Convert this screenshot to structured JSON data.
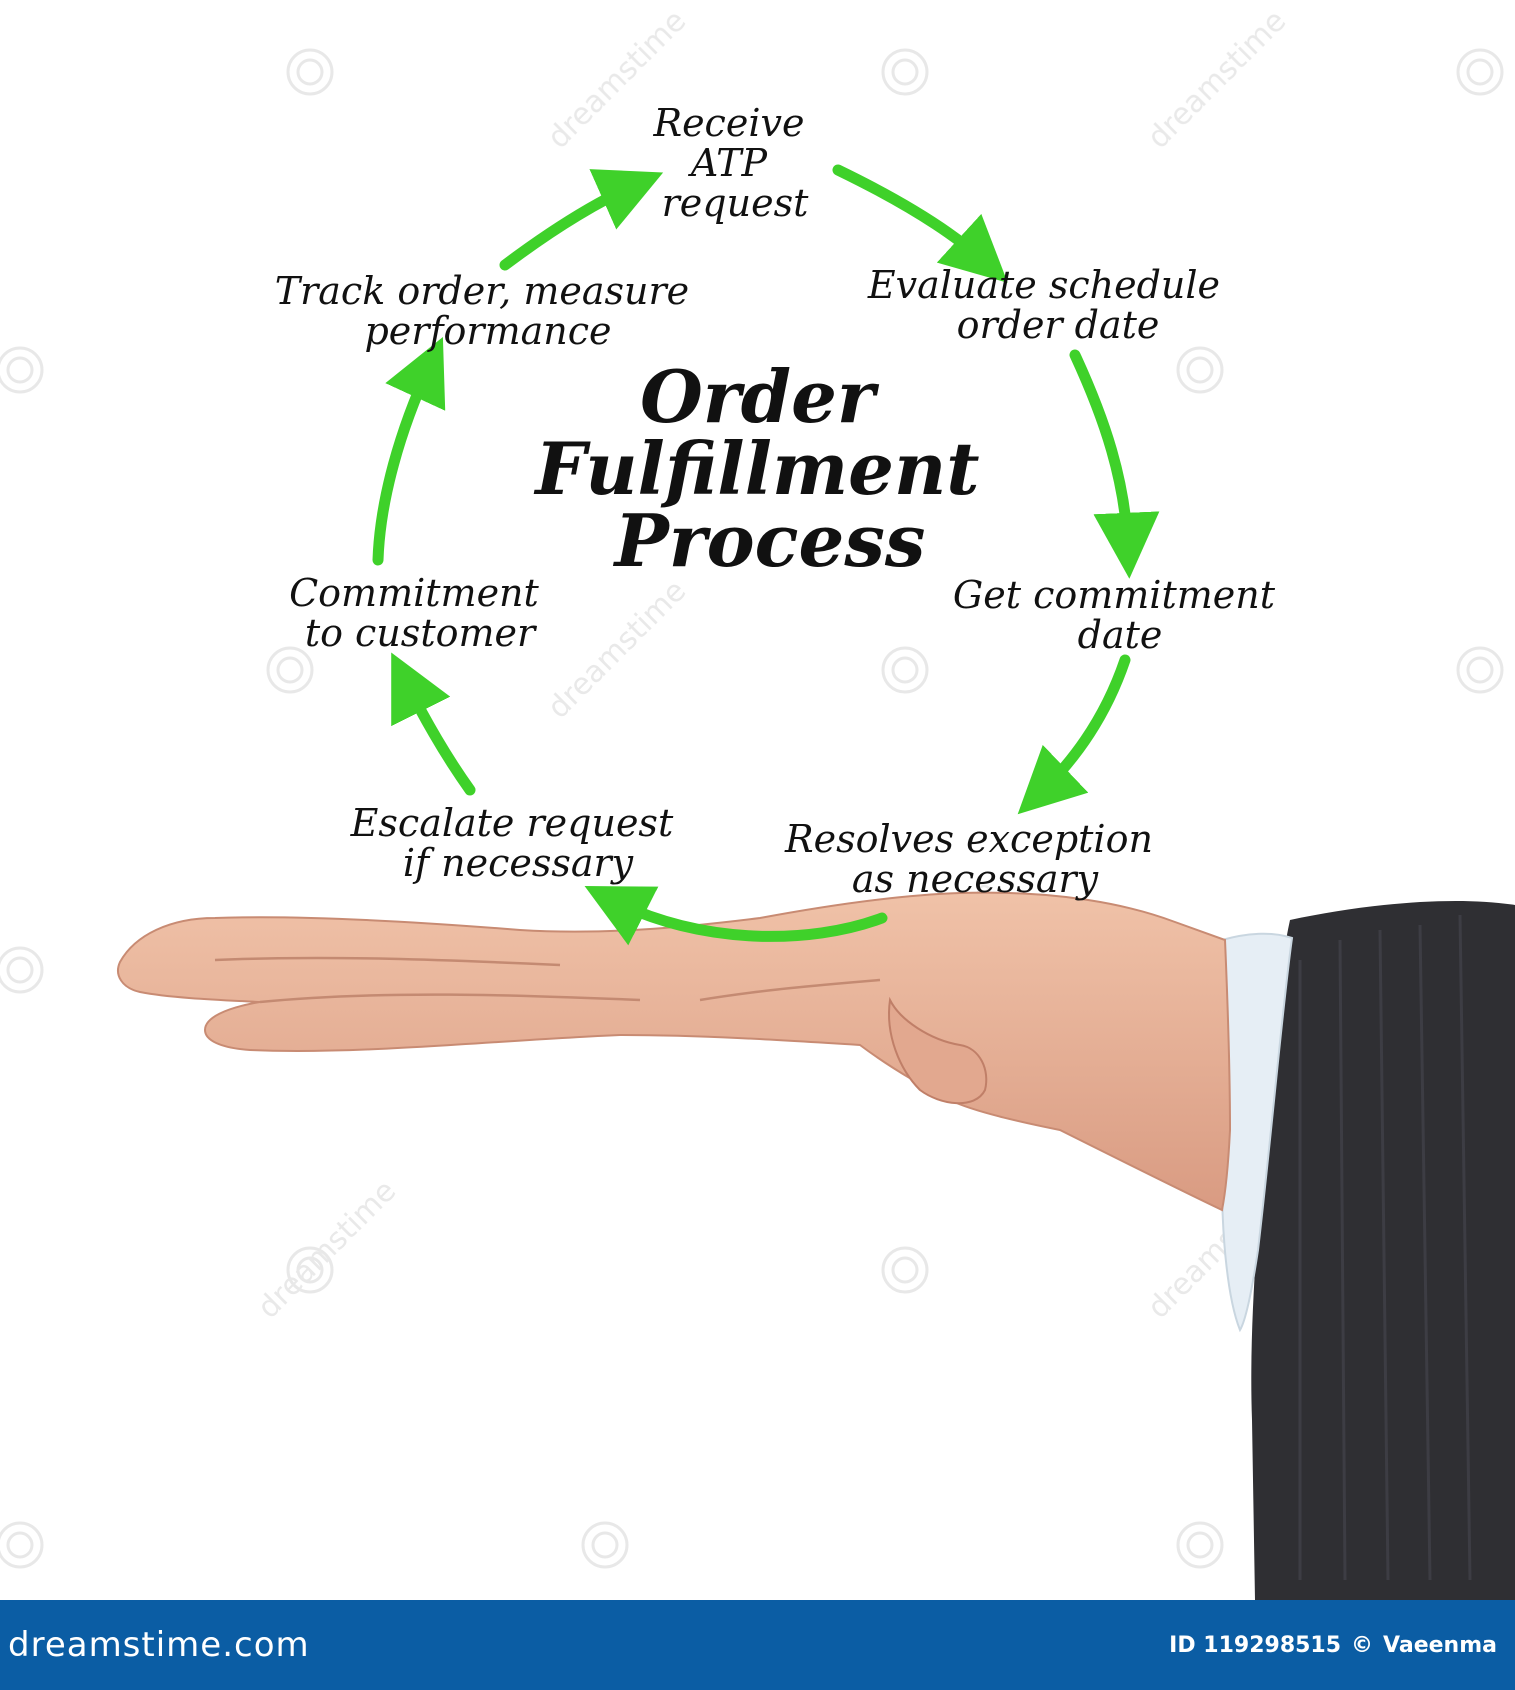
{
  "colors": {
    "arrow": "#3fd12a",
    "text": "#111111",
    "footer_bg": "#0b5da4",
    "footer_text": "#ffffff",
    "skin": "#e9b49a",
    "sleeve": "#2f2f33",
    "cuff": "#e6eef5"
  },
  "diagram": {
    "title_lines": [
      "Order",
      "Fulfillment",
      "Process"
    ],
    "steps": [
      {
        "lines": [
          "Receive",
          "ATP",
          "request"
        ]
      },
      {
        "lines": [
          "Evaluate schedule",
          "order date"
        ]
      },
      {
        "lines": [
          "Get commitment",
          "date"
        ]
      },
      {
        "lines": [
          "Resolves exception",
          "as necessary"
        ]
      },
      {
        "lines": [
          "Escalate  request",
          "if necessary"
        ]
      },
      {
        "lines": [
          "Commitment",
          "to customer"
        ]
      },
      {
        "lines": [
          "Track order, measure",
          "performance"
        ]
      }
    ]
  },
  "watermark": {
    "text": "dreamstime"
  },
  "footer": {
    "brand": "dreamstime.com",
    "id_text": "ID 119298515",
    "author": "Vaeenma",
    "copyright_icon": "copyright-icon"
  }
}
